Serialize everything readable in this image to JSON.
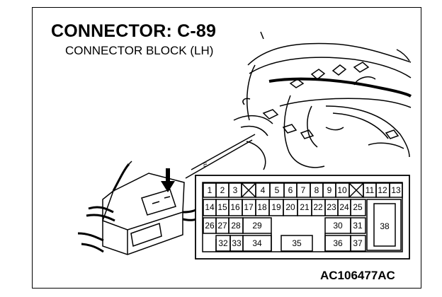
{
  "diagram": {
    "title": "CONNECTOR: C-89",
    "subtitle": "CONNECTOR BLOCK (LH)",
    "figure_id": "AC106477AC",
    "connector_pins": [
      {
        "label": "1"
      },
      {
        "label": "2"
      },
      {
        "label": "3"
      },
      {
        "label": "4"
      },
      {
        "label": "5"
      },
      {
        "label": "6"
      },
      {
        "label": "7"
      },
      {
        "label": "8"
      },
      {
        "label": "9"
      },
      {
        "label": "10"
      },
      {
        "label": "11"
      },
      {
        "label": "12"
      },
      {
        "label": "13"
      },
      {
        "label": "14"
      },
      {
        "label": "15"
      },
      {
        "label": "16"
      },
      {
        "label": "17"
      },
      {
        "label": "18"
      },
      {
        "label": "19"
      },
      {
        "label": "20"
      },
      {
        "label": "21"
      },
      {
        "label": "22"
      },
      {
        "label": "23"
      },
      {
        "label": "24"
      },
      {
        "label": "25"
      },
      {
        "label": "26"
      },
      {
        "label": "27"
      },
      {
        "label": "28"
      },
      {
        "label": "29"
      },
      {
        "label": "30"
      },
      {
        "label": "31"
      },
      {
        "label": "32"
      },
      {
        "label": "33"
      },
      {
        "label": "34"
      },
      {
        "label": "35"
      },
      {
        "label": "36"
      },
      {
        "label": "37"
      },
      {
        "label": "38"
      }
    ]
  }
}
